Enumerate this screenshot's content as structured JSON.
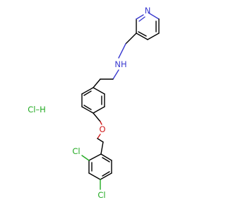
{
  "molecule": {
    "colors": {
      "bond": "#000000",
      "nitrogen": "#3a3ad0",
      "oxygen": "#d01a1a",
      "chlorine": "#22aa22"
    },
    "labels": {
      "pyridine_n": "N",
      "amine_nh": "NH",
      "ether_o": "O",
      "cl_ortho": "Cl",
      "cl_para": "Cl",
      "hcl": "Cl–H"
    }
  }
}
